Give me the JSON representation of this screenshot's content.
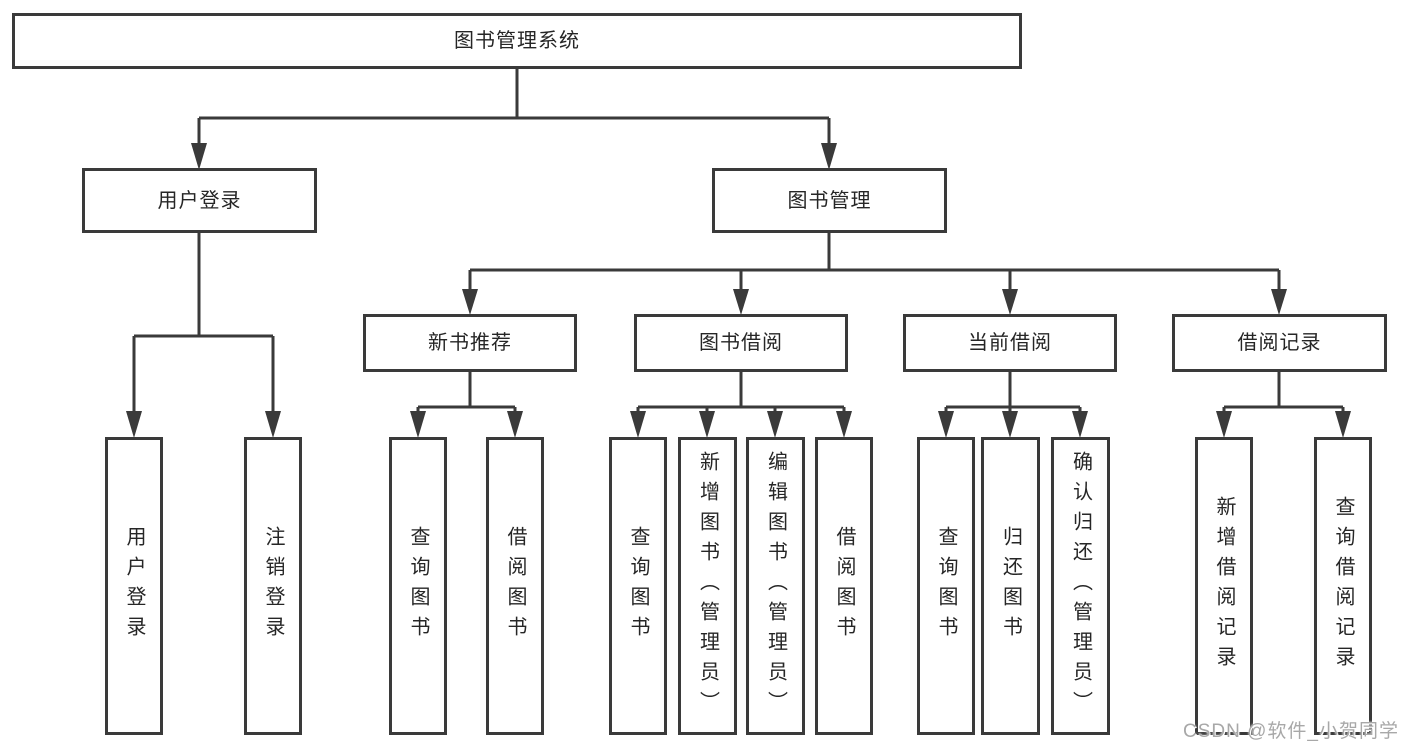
{
  "diagram": {
    "title": "图书管理系统",
    "nodes": {
      "root": "图书管理系统",
      "user_login": "用户登录",
      "book_mgmt": "图书管理",
      "new_book_rec": "新书推荐",
      "book_borrow": "图书借阅",
      "current_borrow": "当前借阅",
      "borrow_record": "借阅记录",
      "leaf_user_login": "用户登录",
      "leaf_logout": "注销登录",
      "leaf_nb_query": "查询图书",
      "leaf_nb_borrow": "借阅图书",
      "leaf_bb_query": "查询图书",
      "leaf_bb_add": "新增图书（管理员）",
      "leaf_bb_edit": "编辑图书（管理员）",
      "leaf_bb_borrow": "借阅图书",
      "leaf_cb_query": "查询图书",
      "leaf_cb_return": "归还图书",
      "leaf_cb_confirm": "确认归还（管理员）",
      "leaf_br_add": "新增借阅记录",
      "leaf_br_query": "查询借阅记录"
    }
  },
  "watermark": {
    "text": "CSDN @软件_小贺同学"
  },
  "colors": {
    "line": "#3a3a3a",
    "text": "#262626",
    "background": "#ffffff",
    "watermark": "#a8a8a8"
  }
}
